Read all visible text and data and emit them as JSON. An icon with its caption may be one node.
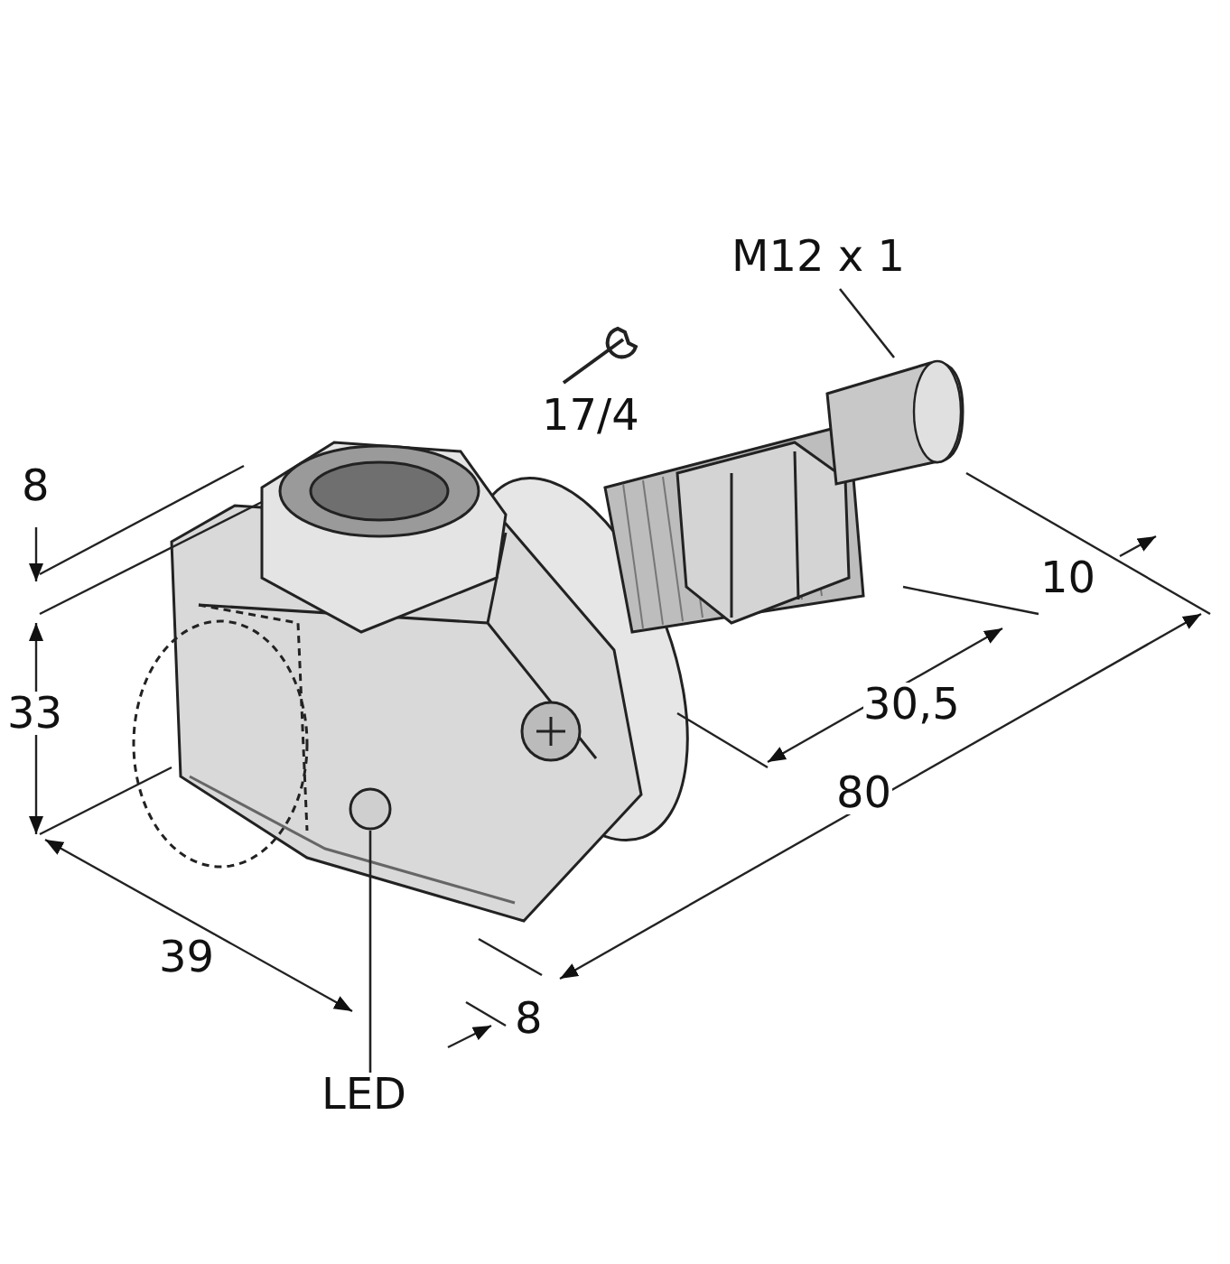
{
  "diagram": {
    "nodes": [
      {
        "text": [
          "M12 x 1"
        ]
      },
      {
        "text": [],
        "shape": "picture"
      },
      {
        "text": [
          "LED"
        ]
      },
      {
        "text": [],
        "shape": "circle"
      }
    ],
    "edges": [
      {
        "from": 0,
        "to": 1,
        "arrow": "none"
      },
      {
        "from": 2,
        "to": 3,
        "arrow": "none"
      }
    ],
    "labels": [
      "17/4",
      "8",
      "33",
      "10",
      "30,5",
      "80",
      "39",
      "8"
    ]
  }
}
